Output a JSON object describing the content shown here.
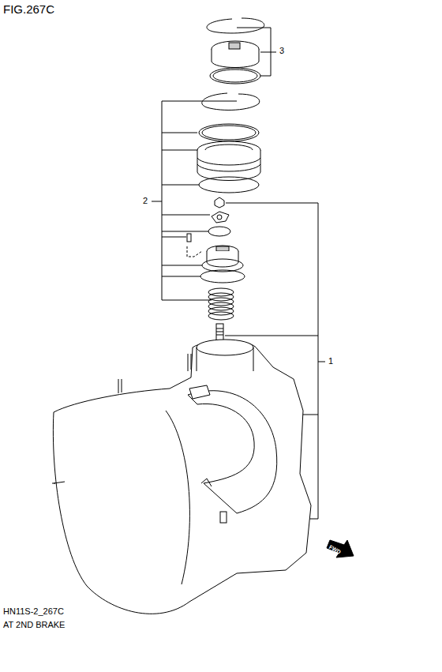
{
  "diagram": {
    "title": "FIG.267C",
    "labels": [
      "3",
      "2",
      "1",
      "HN11S-2_267C",
      "AT 2ND BRAKE",
      "FWD"
    ]
  }
}
